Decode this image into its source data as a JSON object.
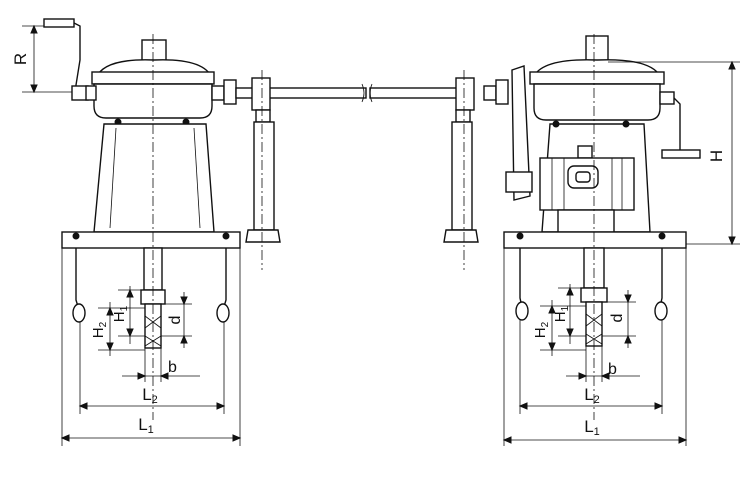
{
  "dimensions": {
    "R": "R",
    "H": "H",
    "L1": "L",
    "L1_sub": "1",
    "L2": "L",
    "L2_sub": "2",
    "H1": "H",
    "H1_sub": "1",
    "H2": "H",
    "H2_sub": "2",
    "d": "d",
    "b": "b"
  }
}
